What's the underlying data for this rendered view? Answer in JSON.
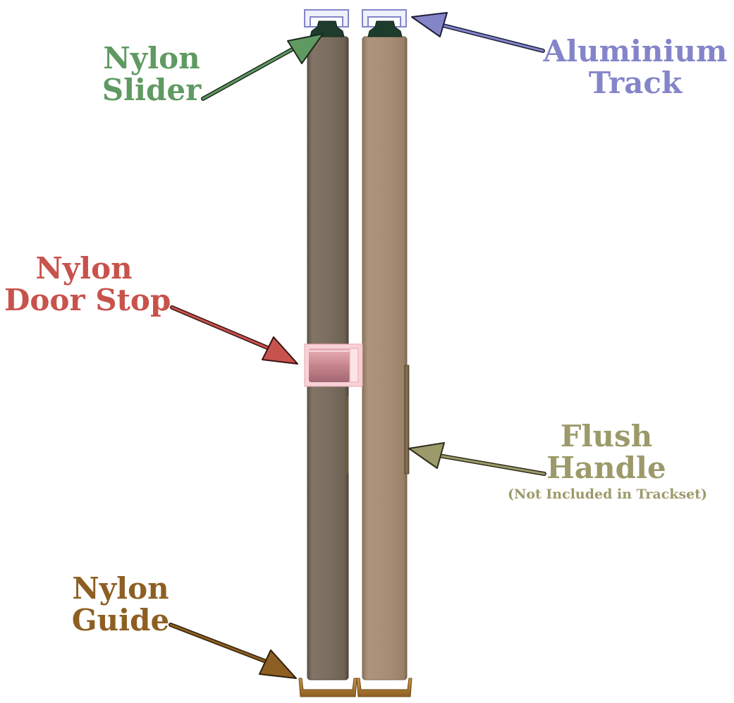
{
  "colors": {
    "slider": "#5f9a62",
    "track": "#8485c9",
    "door_stop": "#c8524c",
    "handle": "#9c9a6a",
    "guide": "#8d5f22",
    "door_left": "#7b6e60",
    "door_right": "#a88e74",
    "stop_body": "#f3c1c6"
  },
  "labels": {
    "slider": {
      "line1": "Nylon",
      "line2": "Slider"
    },
    "track": {
      "line1": "Aluminium",
      "line2": "Track"
    },
    "door_stop": {
      "line1": "Nylon",
      "line2": "Door Stop"
    },
    "handle": {
      "line1": "Flush",
      "line2": "Handle",
      "note": "(Not Included in Trackset)"
    },
    "guide": {
      "line1": "Nylon",
      "line2": "Guide"
    }
  }
}
